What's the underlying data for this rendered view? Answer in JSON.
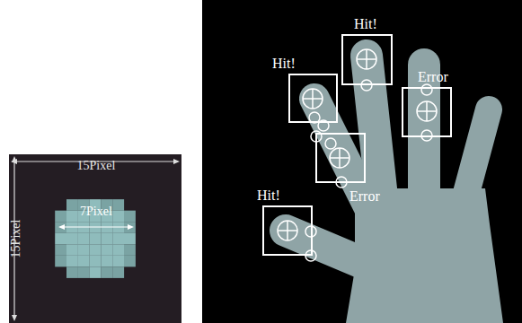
{
  "diagram": {
    "nodes": [
      {
        "text": [
          "Hit!"
        ]
      },
      {
        "text": [
          "Hit!"
        ]
      },
      {
        "text": [
          "Error"
        ]
      },
      {
        "text": [
          "Error"
        ]
      },
      {
        "text": [
          "Hit!"
        ]
      }
    ],
    "labels": [
      "15Pixel",
      "15Pixel",
      "7Pixel"
    ]
  }
}
